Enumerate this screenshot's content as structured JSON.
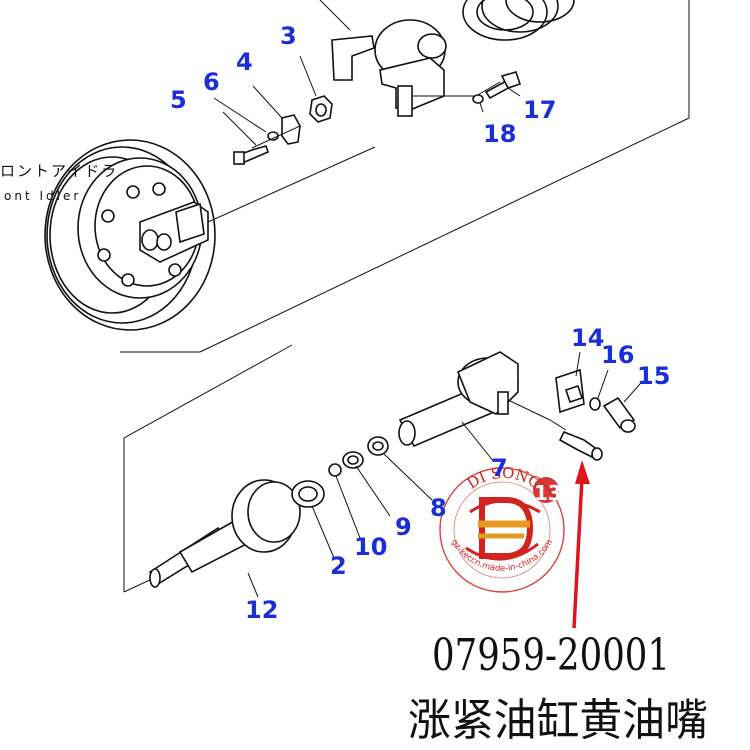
{
  "diagram": {
    "callouts": [
      "3",
      "4",
      "5",
      "6",
      "17",
      "18",
      "14",
      "16",
      "15",
      "7",
      "13",
      "8",
      "9",
      "10",
      "2",
      "12"
    ],
    "front_idler_label_jp": "ロントアイドラ",
    "front_idler_label_en": "ont Idler",
    "part_number": "07959-20001",
    "part_description_cn": "涨紧油缸黄油嘴",
    "watermark": {
      "brand": "DI SONG",
      "url": "gz-keccn.made-in-china.com",
      "color": "#d2231f"
    },
    "colors": {
      "callout": "#1a2fd6",
      "arrow": "#e0141c",
      "line": "#111111"
    }
  }
}
